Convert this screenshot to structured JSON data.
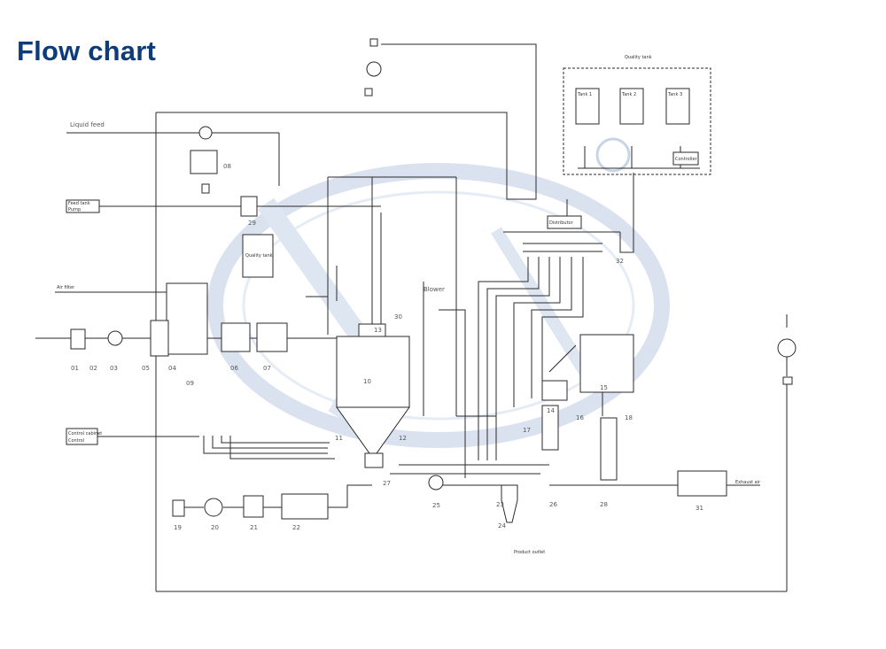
{
  "title": "Flow chart",
  "colors": {
    "title": "#0e3c7a",
    "line": "#2a2a2a",
    "watermark": "#b7c6de"
  },
  "inlets": {
    "liquid": "Liquid feed",
    "air_filter": "Air filter",
    "outer": "Exhaust air"
  },
  "boxes": {
    "feed_box_line1": "Feed tank",
    "feed_box_line2": "Pump",
    "control_cabinet_line1": "Control cabinet",
    "control_cabinet_line2": "Control",
    "quality_tank": "Quality tank",
    "distributor": "Distributor",
    "tank_top_label": "Quality tank",
    "tank1": "Tank 1",
    "tank2": "Tank 2",
    "tank3": "Tank 3",
    "tank_controller": "Controller",
    "blower_label": "Blower",
    "product_out": "Product outlet"
  },
  "labels": {
    "e01": "01",
    "e02": "02",
    "e03": "03",
    "e04": "04",
    "e05": "05",
    "e06": "06",
    "e07": "07",
    "e08": "08",
    "e09": "09",
    "e10": "10",
    "e11": "11",
    "e12": "12",
    "e13": "13",
    "e14": "14",
    "e15": "15",
    "e16": "16",
    "e17": "17",
    "e18": "18",
    "e19": "19",
    "e20": "20",
    "e21": "21",
    "e22": "22",
    "e23": "23",
    "e24": "24",
    "e25": "25",
    "e26": "26",
    "e27": "27",
    "e28": "28",
    "e29": "29",
    "e30": "30",
    "e31": "31",
    "e32": "32"
  }
}
